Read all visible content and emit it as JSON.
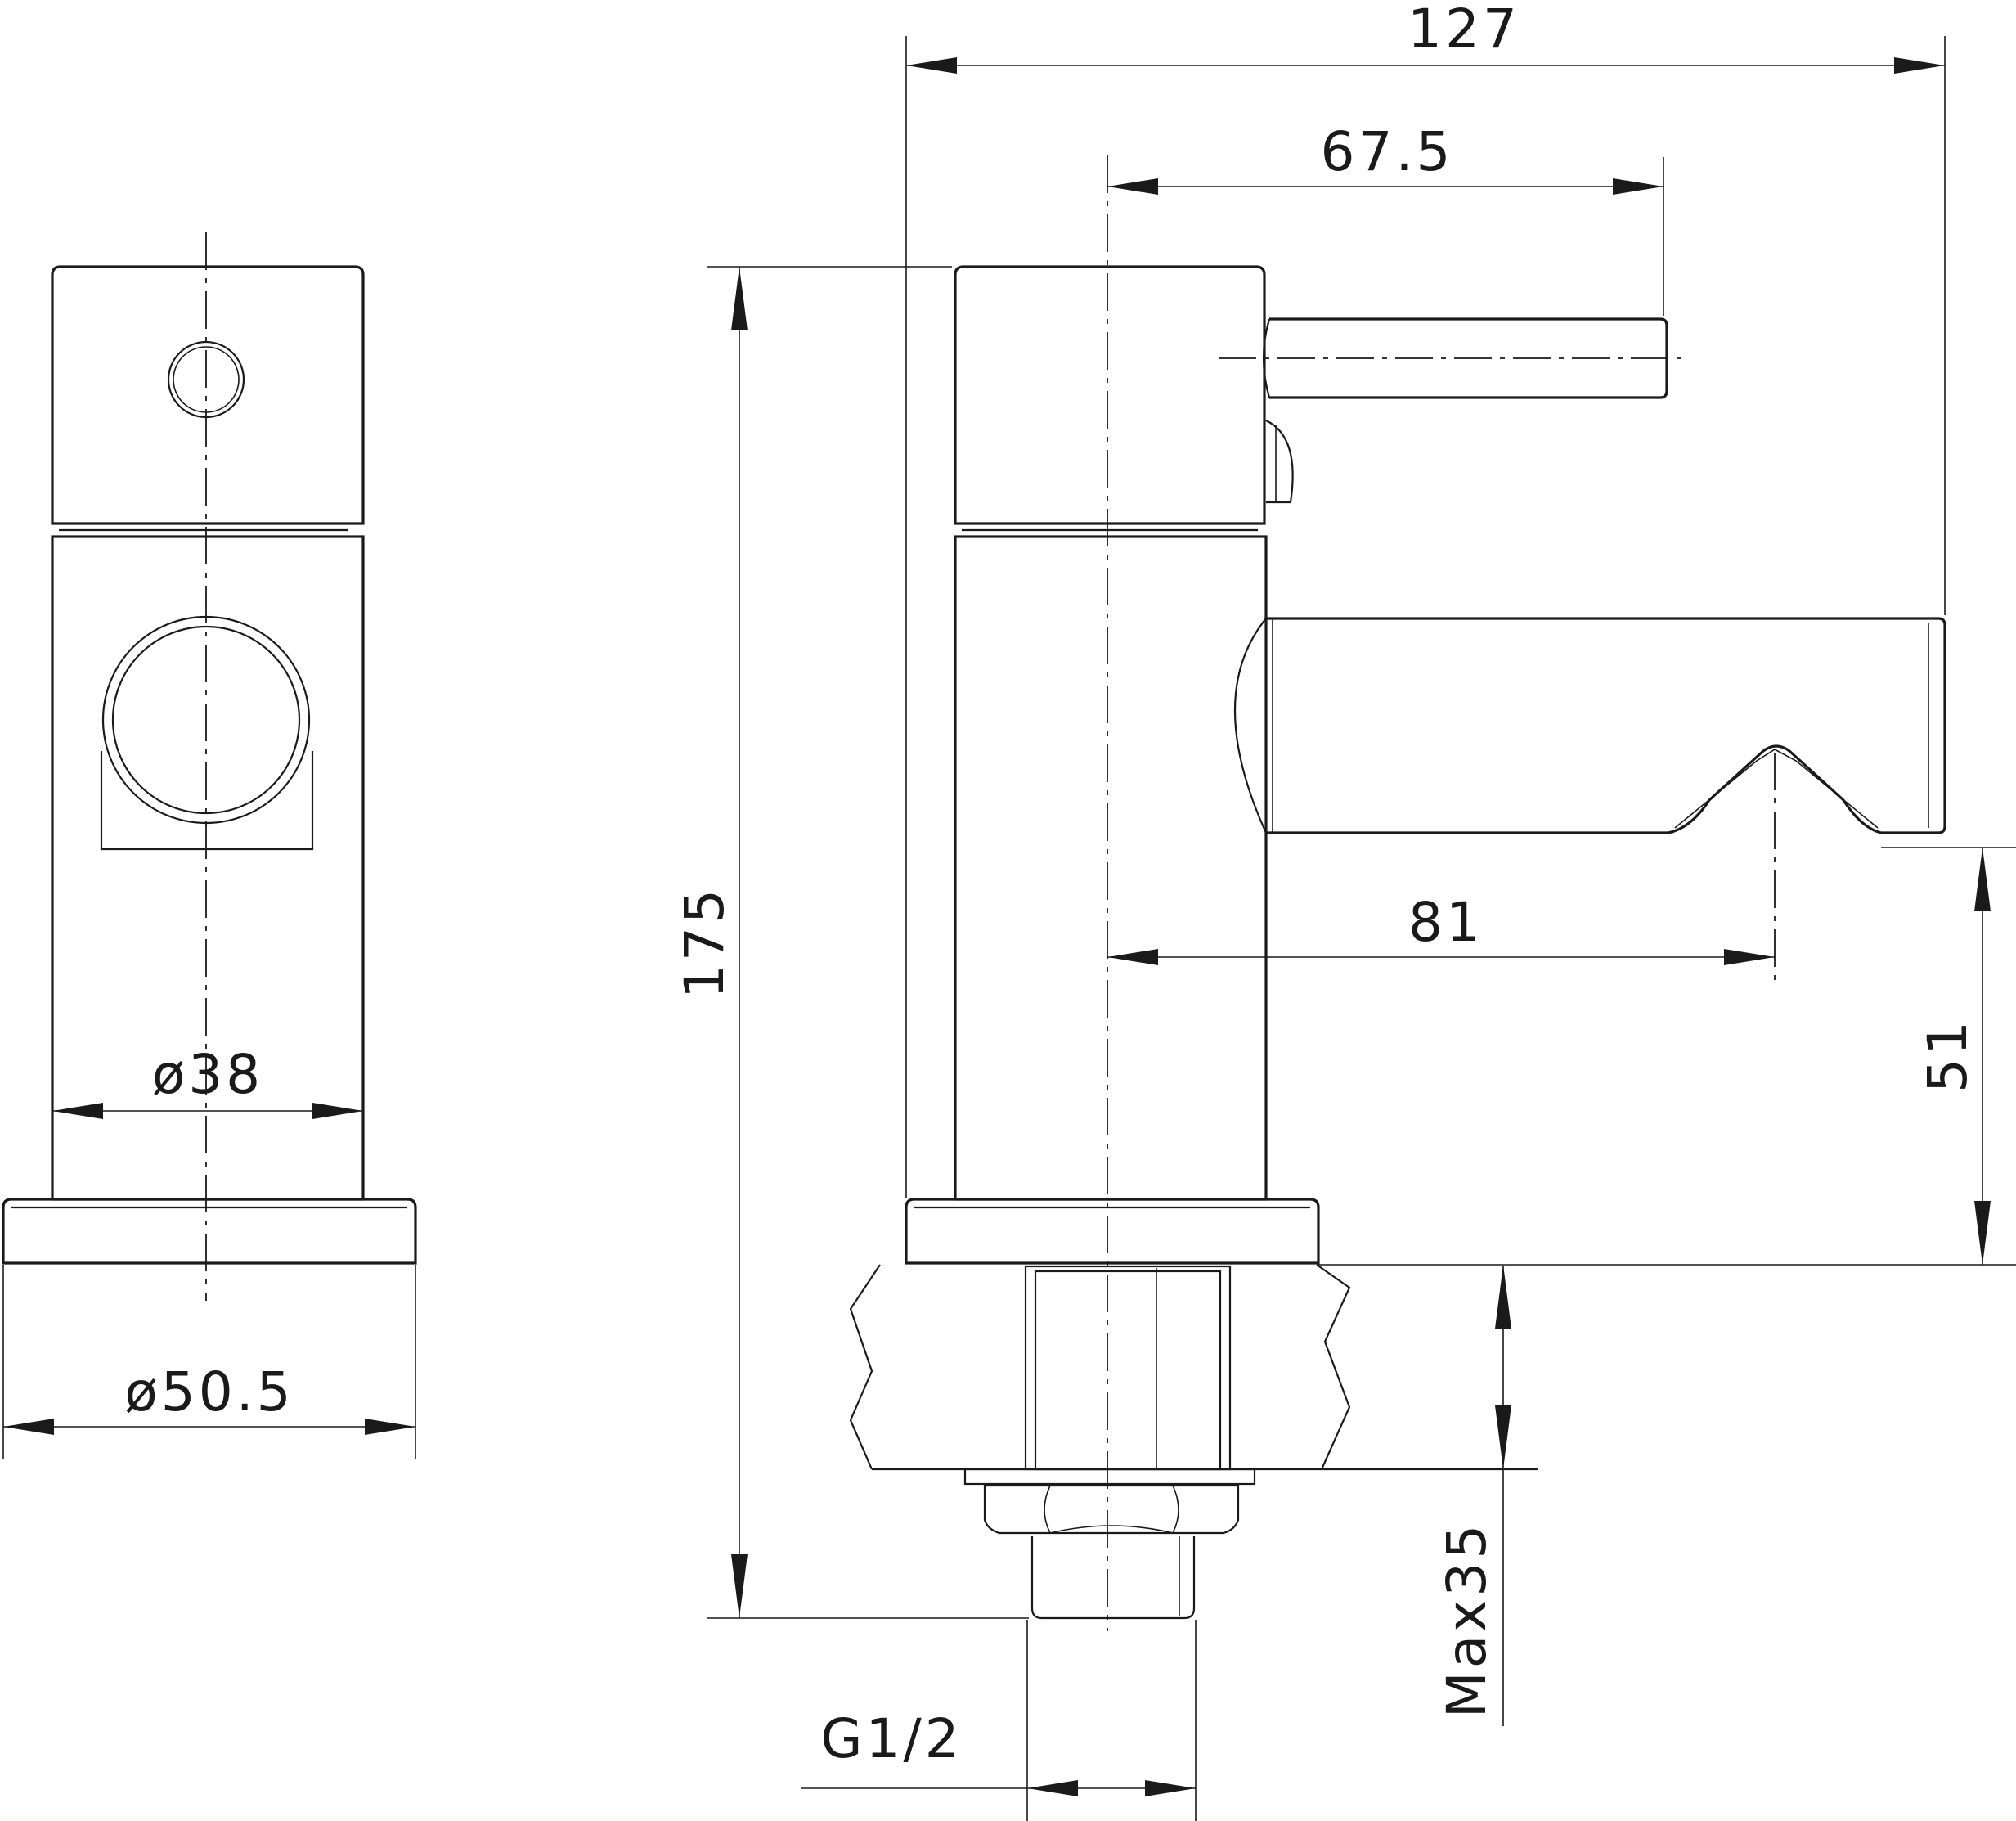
{
  "dimensions": {
    "overall_length": "127",
    "lever_offset": "67.5",
    "overall_height": "175",
    "spout_reach": "81",
    "spout_height": "51",
    "body_diameter": "ø38",
    "base_diameter": "ø50.5",
    "max_deck_thickness": "Max35",
    "thread_size": "G1/2"
  }
}
